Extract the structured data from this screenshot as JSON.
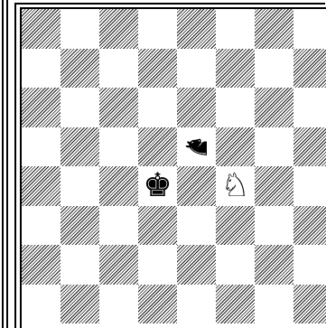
{
  "board": {
    "files": 8,
    "ranks": 8,
    "orientation": "white-bottom",
    "colors": {
      "light": "#ffffff",
      "dark_hatch": "#1a1a1a",
      "frame": "#000000"
    },
    "pieces": [
      {
        "name": "black-king",
        "glyph": "♚",
        "color": "black",
        "type": "king",
        "square": "d4"
      },
      {
        "name": "white-knight",
        "glyph": "♘",
        "color": "white",
        "type": "knight",
        "square": "f4"
      },
      {
        "name": "black-knight-captured",
        "glyph": "♞",
        "color": "black",
        "type": "knight",
        "square": "e5",
        "rotated": true
      }
    ]
  }
}
